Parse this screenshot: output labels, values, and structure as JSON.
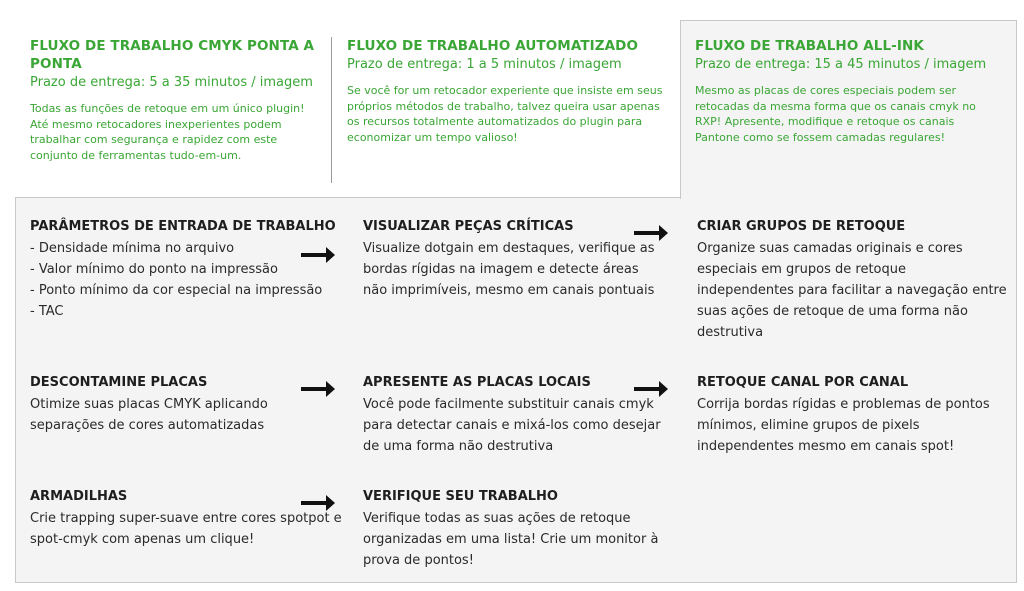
{
  "workflows": [
    {
      "title": "FLUXO DE TRABALHO CMYK PONTA A PONTA",
      "delivery": "Prazo de entrega: 5 a 35 minutos / imagem",
      "description": "Todas as funções de retoque em um único plugin! Até mesmo retocadores inexperientes podem trabalhar com segurança e rapidez com este conjunto de ferramentas tudo-em-um."
    },
    {
      "title": "FLUXO DE TRABALHO AUTOMATIZADO",
      "delivery": "Prazo de entrega: 1 a 5 minutos / imagem",
      "description": "Se você for um retocador experiente que insiste em seus próprios métodos de trabalho, talvez queira usar apenas os recursos totalmente automatizados do plugin para economizar um tempo valioso!"
    },
    {
      "title": "FLUXO DE TRABALHO ALL-INK",
      "delivery": "Prazo de entrega: 15 a 45 minutos / imagem",
      "description": "Mesmo as placas de cores especiais podem ser retocadas da mesma forma que os canais cmyk no RXP! Apresente, modifique e retoque os canais Pantone como se fossem camadas regulares!"
    }
  ],
  "steps": {
    "params": {
      "title": "PARÂMETROS DE ENTRADA DE TRABALHO",
      "items": [
        "- Densidade mínima no arquivo",
        "- Valor mínimo do ponto na impressão",
        "- Ponto mínimo da cor especial na impressão",
        "- TAC"
      ]
    },
    "critical": {
      "title": "VISUALIZAR PEÇAS CRÍTICAS",
      "text": "Visualize dotgain em destaques, verifique as bordas rígidas na imagem e detecte áreas não imprimíveis, mesmo em canais pontuais"
    },
    "groups": {
      "title": "CRIAR GRUPOS DE RETOQUE",
      "text": "Organize suas camadas originais e cores especiais em grupos de retoque independentes para facilitar a navegação entre suas ações de retoque de uma forma não destrutiva"
    },
    "decontaminate": {
      "title": "DESCONTAMINE PLACAS",
      "text": "Otimize suas placas CMYK aplicando separações de cores automatizadas"
    },
    "local": {
      "title": "APRESENTE AS PLACAS LOCAIS",
      "text": "Você pode facilmente substituir canais cmyk para detectar canais e mixá-los como desejar de uma forma não destrutiva"
    },
    "channel": {
      "title": "RETOQUE CANAL POR CANAL",
      "text": "Corrija bordas rígidas e problemas de pontos mínimos, elimine grupos de pixels independentes mesmo em canais spot!"
    },
    "traps": {
      "title": "ARMADILHAS",
      "text": "Crie trapping super-suave entre cores spotpot e spot-cmyk com apenas um clique!"
    },
    "verify": {
      "title": "VERIFIQUE SEU TRABALHO",
      "text": "Verifique todas as suas ações de retoque organizadas em uma lista! Crie um monitor à prova de pontos!"
    }
  },
  "icons": {
    "arrow": "arrow-right-icon"
  },
  "colors": {
    "accent_green": "#3aa635",
    "panel_gray": "#f4f4f4",
    "text_dark": "#1e1e1e"
  }
}
